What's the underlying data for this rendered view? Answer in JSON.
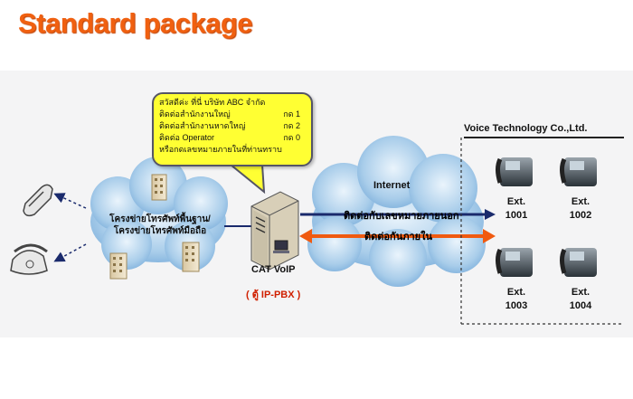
{
  "title": "Standard package",
  "speech": {
    "greeting": "สวัสดีค่ะ ที่นี่ บริษัท ABC จำกัด",
    "menu": [
      {
        "label": "ติดต่อสำนักงานใหญ่",
        "key": "กด 1"
      },
      {
        "label": "ติดต่อสำนักงานหาดใหญ่",
        "key": "กด 2"
      },
      {
        "label": "ติดต่อ Operator",
        "key": "กด 0"
      }
    ],
    "closing": "หรือกดเลขหมายภายในที่ท่านทราบ"
  },
  "pstn_label": {
    "line1": "โครงข่ายโทรศัพท์พื้นฐาน/",
    "line2": "โครงข่ายโทรศัพท์มือถือ"
  },
  "pbx": {
    "name": "CAT VoIP",
    "subtitle": "( ตู้ IP-PBX )"
  },
  "internet_label": "Internet",
  "arrow_outbound_label": "ติดต่อกับเลขหมายภายนอก",
  "arrow_internal_label": "ติดต่อกันภายใน",
  "vendor": "Voice Technology Co.,Ltd.",
  "extensions": [
    {
      "label": "Ext.",
      "number": "1001"
    },
    {
      "label": "Ext.",
      "number": "1002"
    },
    {
      "label": "Ext.",
      "number": "1003"
    },
    {
      "label": "Ext.",
      "number": "1004"
    }
  ],
  "colors": {
    "title": "#f06010",
    "bubble": "#ffff33",
    "outbound_arrow": "#1a2a6c",
    "internal_arrow": "#f05a10",
    "cloud": "#8fc0e8"
  }
}
